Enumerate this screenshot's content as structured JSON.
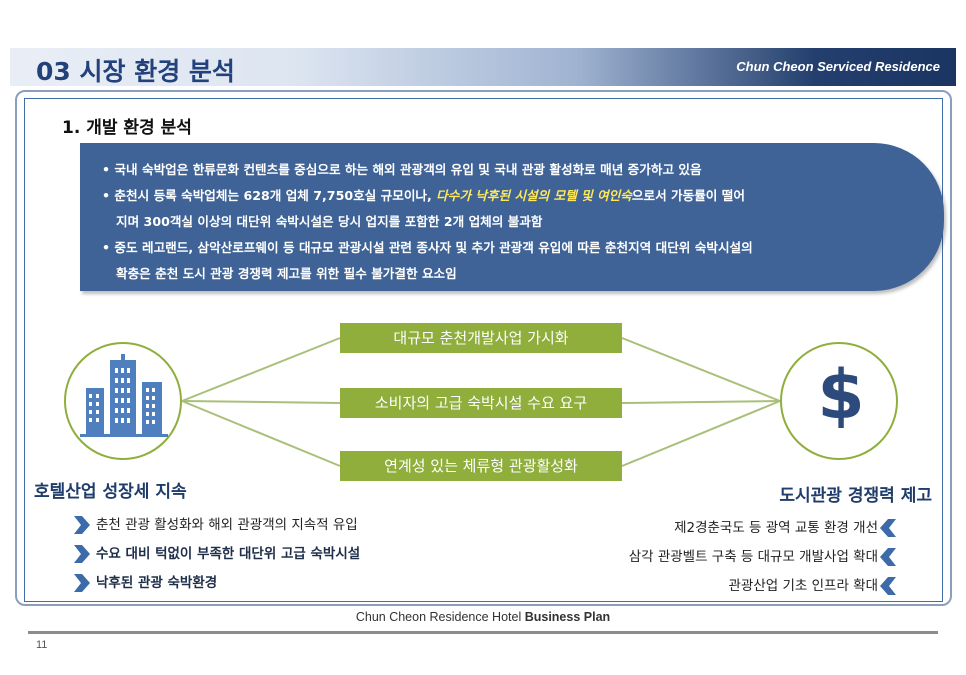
{
  "header": {
    "title": "03 시장 환경 분석",
    "brand": "Chun Cheon  Serviced Residence"
  },
  "section": {
    "title": "1. 개발 환경 분석"
  },
  "bullets": {
    "b1": "• 국내 숙박업은 한류문화 컨텐츠를 중심으로 하는 해외 관광객의 유입 및 국내 관광 활성화로 매년 증가하고 있음",
    "b2_pre": "• 춘천시 등록 숙박업체는 628개 업체 7,750호실 규모이나, ",
    "b2_highlight": "다수가 낙후된 시설의 모텔 및 여인숙",
    "b2_post": "으로서 가동률이 떨어",
    "b2_cont": "지며 300객실 이상의 대단위 숙박시설은 당시 업지를 포함한 2개 업체의 불과함",
    "b3": "• 중도 레고랜드, 삼악산로프웨이 등 대규모 관광시설 관련 종사자 및 추가 관광객 유입에 따른 춘천지역 대단위 숙박시설의",
    "b3_cont": "확충은 춘천 도시 관광 경쟁력 제고를 위한 필수 불가결한 요소임"
  },
  "center_labels": [
    "대규모 춘천개발사업 가시화",
    "소비자의 고급 숙박시설 수요 요구",
    "연계성 있는 체류형 관광활성화"
  ],
  "left": {
    "icon": "buildings-icon",
    "heading": "호텔산업 성장세 지속",
    "items": [
      "춘천 관광 활성화와 해외 관광객의 지속적 유입",
      "수요 대비 턱없이 부족한 대단위 고급 숙박시설",
      "낙후된 관광 숙박환경"
    ]
  },
  "right": {
    "icon": "dollar-icon",
    "symbol": "$",
    "heading": "도시관광 경쟁력 제고",
    "items": [
      "제2경춘국도 등 광역 교통 환경 개선",
      "삼각 관광벨트 구축 등 대규모 개발사업 확대",
      "관광산업 기초 인프라 확대"
    ]
  },
  "footer": {
    "text_regular": "Chun Cheon  Residence Hotel ",
    "text_bold": "Business Plan",
    "page": "11"
  },
  "colors": {
    "navy": "#23417a",
    "box_blue": "#3f6396",
    "green": "#8fae3c",
    "highlight": "#ffe95a",
    "chevron": "#3d6aa8"
  }
}
